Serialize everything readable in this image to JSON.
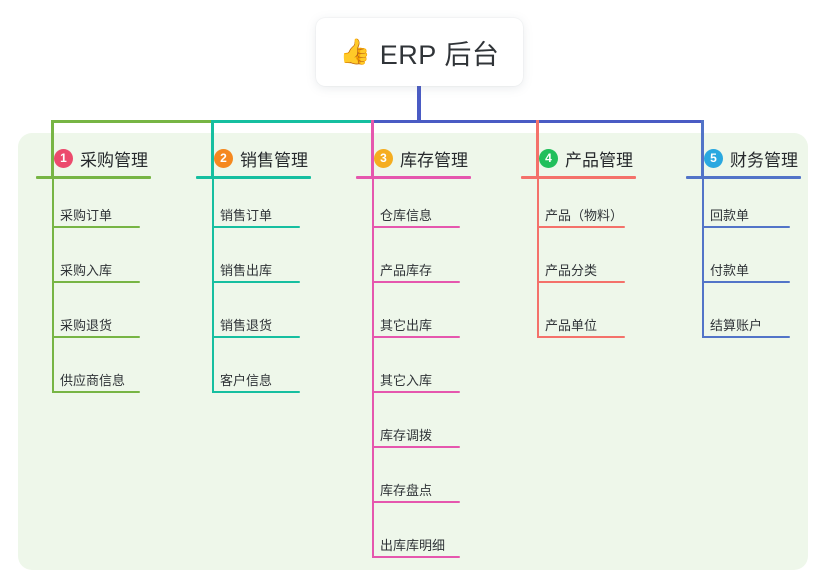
{
  "title": {
    "icon": "thumbs-up-icon",
    "emoji": "👍",
    "text": "ERP 后台"
  },
  "colors": {
    "page_background": "#ffffff",
    "panel_background": "#eef7ea",
    "title_text": "#303438",
    "connector_center": "#4a5bc4",
    "connector_left": "#77b544",
    "connector_midleft": "#16bfa0",
    "connector_right": "#4a5bc4"
  },
  "columns": [
    {
      "number": "1",
      "title": "采购管理",
      "badge_color": "#ec4a6d",
      "line_color": "#77b544",
      "items": [
        {
          "label": "采购订单"
        },
        {
          "label": "采购入库"
        },
        {
          "label": "采购退货"
        },
        {
          "label": "供应商信息"
        }
      ]
    },
    {
      "number": "2",
      "title": "销售管理",
      "badge_color": "#f5881f",
      "line_color": "#16bfa0",
      "items": [
        {
          "label": "销售订单"
        },
        {
          "label": "销售出库"
        },
        {
          "label": "销售退货"
        },
        {
          "label": "客户信息"
        }
      ]
    },
    {
      "number": "3",
      "title": "库存管理",
      "badge_color": "#f5ad1f",
      "line_color": "#e557ae",
      "items": [
        {
          "label": "仓库信息"
        },
        {
          "label": "产品库存"
        },
        {
          "label": "其它出库"
        },
        {
          "label": "其它入库"
        },
        {
          "label": "库存调拨"
        },
        {
          "label": "库存盘点"
        },
        {
          "label": "出库库明细"
        }
      ]
    },
    {
      "number": "4",
      "title": "产品管理",
      "badge_color": "#21bf5b",
      "line_color": "#f4716a",
      "items": [
        {
          "label": "产品（物料）"
        },
        {
          "label": "产品分类"
        },
        {
          "label": "产品单位"
        }
      ]
    },
    {
      "number": "5",
      "title": "财务管理",
      "badge_color": "#2aa8e0",
      "line_color": "#5274c8",
      "items": [
        {
          "label": "回款单"
        },
        {
          "label": "付款单"
        },
        {
          "label": "结算账户"
        }
      ]
    }
  ]
}
